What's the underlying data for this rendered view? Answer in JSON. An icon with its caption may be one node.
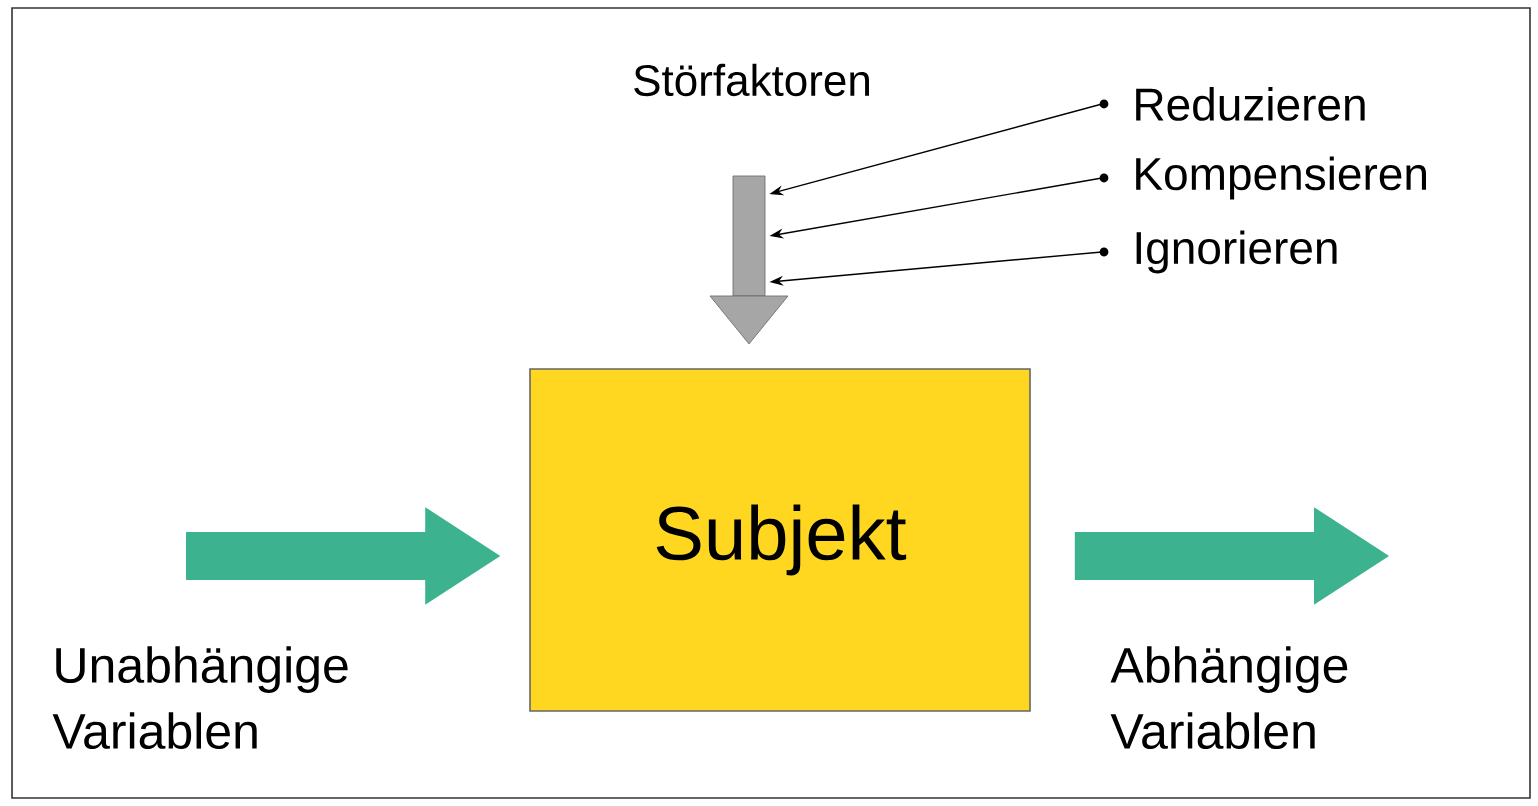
{
  "diagram": {
    "nodes": [
      {
        "text": [
          "Subjekt"
        ]
      },
      {
        "text": [],
        "shape": "arrow",
        "beside": [
          "Störfaktoren"
        ]
      },
      {
        "text": [
          "Reduzieren"
        ]
      },
      {
        "text": [
          "Kompensieren"
        ]
      },
      {
        "text": [
          "Ignorieren"
        ]
      }
    ],
    "edges": [
      {
        "from": null,
        "to": 0,
        "arrow": "to",
        "style": "thick",
        "color": "#3cb38e",
        "label": "Unabhängige Variablen"
      },
      {
        "from": 0,
        "to": null,
        "arrow": "to",
        "style": "thick",
        "color": "#3cb38e",
        "label": "Abhängige Variablen"
      },
      {
        "from": 2,
        "to": 1,
        "arrow": "to"
      },
      {
        "from": 3,
        "to": 1,
        "arrow": "to"
      },
      {
        "from": 4,
        "to": 1,
        "arrow": "to"
      }
    ]
  }
}
